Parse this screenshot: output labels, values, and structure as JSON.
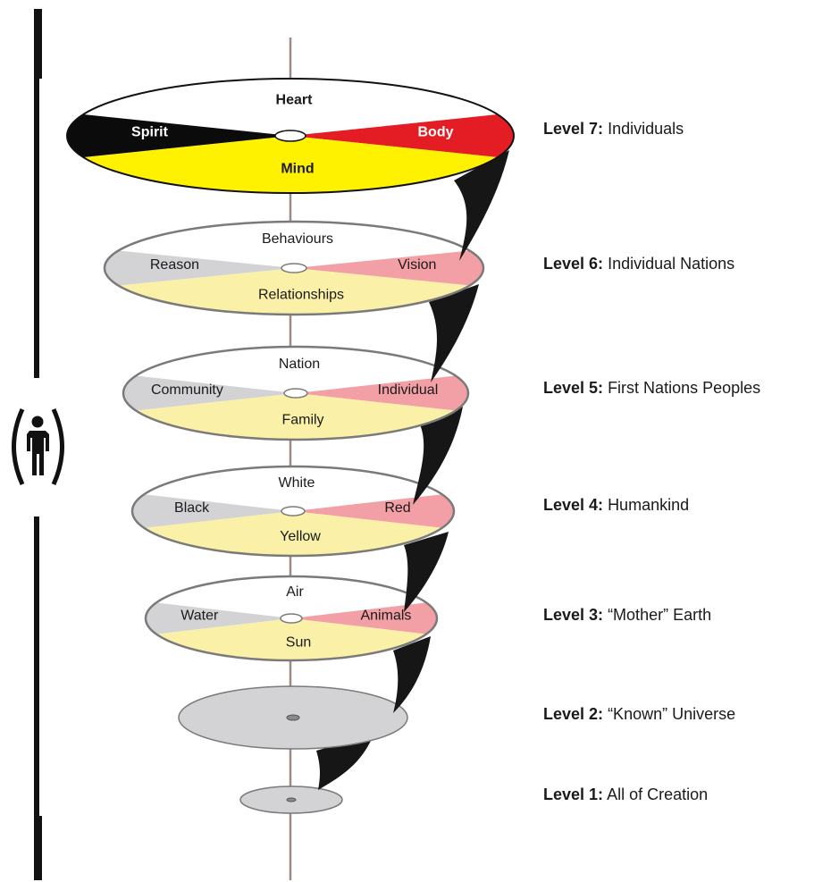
{
  "colors": {
    "black": "#0b0b0b",
    "red": "#e41c23",
    "yellow": "#fff200",
    "white": "#ffffff",
    "pink": "#f2a0a5",
    "light_yellow": "#fbf0a8",
    "grey": "#d3d3d5",
    "outline": "#7a7a7a",
    "axis": "#9c8a84"
  },
  "levels": [
    {
      "key": "7",
      "number_label": "Level 7:",
      "name": "Individuals",
      "top": "Heart",
      "left": "Spirit",
      "right": "Body",
      "bottom": "Mind"
    },
    {
      "key": "6",
      "number_label": "Level 6:",
      "name": "Individual Nations",
      "top": "Behaviours",
      "left": "Reason",
      "right": "Vision",
      "bottom": "Relationships"
    },
    {
      "key": "5",
      "number_label": "Level 5:",
      "name": "First Nations Peoples",
      "top": "Nation",
      "left": "Community",
      "right": "Individual",
      "bottom": "Family"
    },
    {
      "key": "4",
      "number_label": "Level 4:",
      "name": "Humankind",
      "top": "White",
      "left": "Black",
      "right": "Red",
      "bottom": "Yellow"
    },
    {
      "key": "3",
      "number_label": "Level 3:",
      "name": "“Mother” Earth",
      "top": "Air",
      "left": "Water",
      "right": "Animals",
      "bottom": "Sun"
    },
    {
      "key": "2",
      "number_label": "Level 2:",
      "name": "“Known” Universe"
    },
    {
      "key": "1",
      "number_label": "Level 1:",
      "name": "All of Creation"
    }
  ]
}
